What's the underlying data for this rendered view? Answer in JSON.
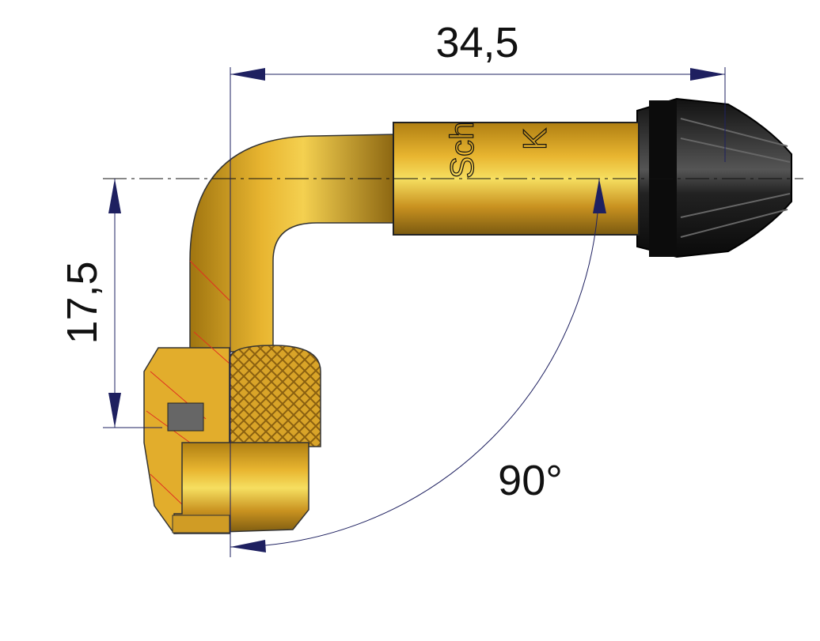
{
  "dimensions": {
    "length": "34,5",
    "height": "17,5",
    "angle": "90°"
  },
  "stem_marking": {
    "text_1": "Sch",
    "text_2": "K"
  },
  "colors": {
    "brass": "#e0a820",
    "brass_dark": "#8a6410",
    "cap": "#1a1a1a",
    "dimension_line": "#1e2060",
    "section_hatch": "#e03020"
  }
}
